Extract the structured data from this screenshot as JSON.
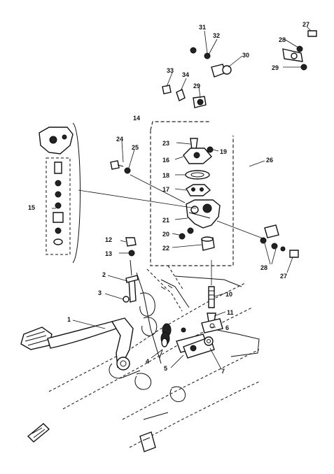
{
  "labels": {
    "l1": "1",
    "l2": "2",
    "l3": "3",
    "l4": "4",
    "l5": "5",
    "l6": "6",
    "l7": "7",
    "l10": "10",
    "l11": "11",
    "l12": "12",
    "l13": "13",
    "l14": "14",
    "l15": "15",
    "l16": "16",
    "l17": "17",
    "l18": "18",
    "l19": "19",
    "l20": "20",
    "l21": "21",
    "l22": "22",
    "l23": "23",
    "l24": "24",
    "l25": "25",
    "l26": "26",
    "l27a": "27",
    "l27b": "27",
    "l28a": "28",
    "l28b": "28",
    "l29a": "29",
    "l29b": "29",
    "l30": "30",
    "l31": "31",
    "l32": "32",
    "l33": "33",
    "l34": "34"
  }
}
